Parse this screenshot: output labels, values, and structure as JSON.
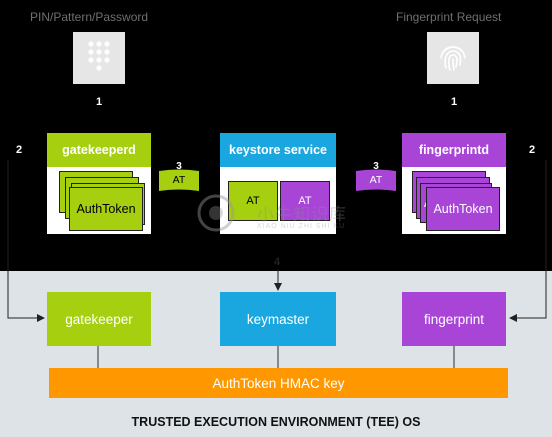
{
  "colors": {
    "green": "#a6cf10",
    "blue": "#1aa7e0",
    "purple": "#a845d7",
    "orange": "#ff9800",
    "tee_background": "#dde3e7",
    "background": "#000000"
  },
  "top": {
    "left_caption": "PIN/Pattern/Password",
    "right_caption": "Fingerprint Request",
    "left_icon": "keypad-icon",
    "right_icon": "fingerprint-icon",
    "left_step": "1",
    "right_step": "1"
  },
  "side_steps": {
    "left": "2",
    "right": "2"
  },
  "services": {
    "gatekeeperd": {
      "title": "gatekeeperd",
      "token_label": "AuthToken"
    },
    "keystore": {
      "title": "keystore service",
      "at_left": "AT",
      "at_right": "AT"
    },
    "fingerprintd": {
      "title": "fingerprintd",
      "token_label": "AuthToken",
      "partial_label": "A"
    }
  },
  "transfers": {
    "left": {
      "step": "3",
      "label": "AT"
    },
    "right": {
      "step": "3",
      "label": "AT"
    },
    "down": {
      "step": "4"
    }
  },
  "tee": {
    "gatekeeper": "gatekeeper",
    "keymaster": "keymaster",
    "fingerprint": "fingerprint",
    "hmac_key": "AuthToken HMAC key",
    "os_title": "TRUSTED EXECUTION ENVIRONMENT (TEE) OS"
  },
  "watermark": {
    "cn": "小牛知识库",
    "pinyin": "XIAO NIU ZHI SHI KU"
  }
}
